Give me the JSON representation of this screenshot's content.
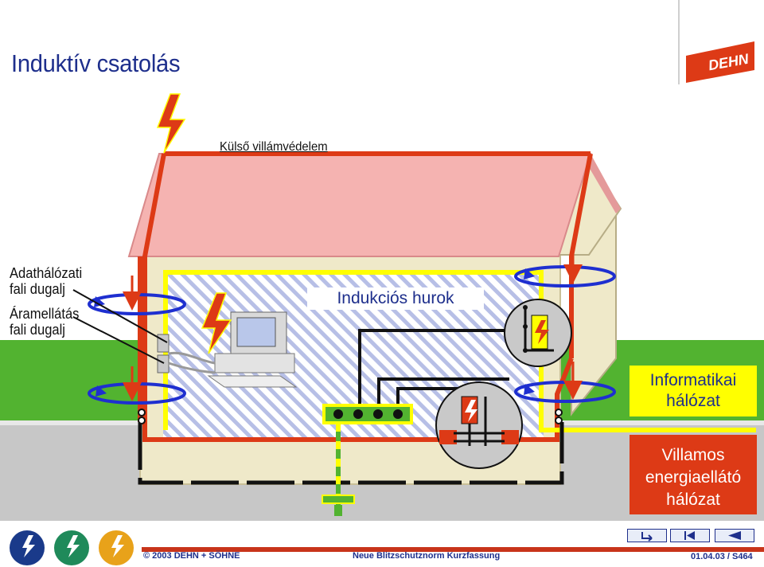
{
  "title": "Induktív csatolás",
  "labels": {
    "external_protection": "Külső villámvédelem",
    "data_socket_line1": "Adathálózati",
    "data_socket_line2": "fali dugalj",
    "power_socket_line1": "Áramellátás",
    "power_socket_line2": "fali dugalj",
    "induction_loop": "Indukciós hurok",
    "it_network_line1": "Informatikai",
    "it_network_line2": "hálózat",
    "power_network_line1": "Villamos",
    "power_network_line2": "energiaellátó",
    "power_network_line3": "hálózat"
  },
  "footer": {
    "copyright": "© 2003 DEHN + SÖHNE",
    "center": "Neue Blitzschutznorm Kurzfassung",
    "page": "01.04.03 / S464"
  },
  "logo_text": "DEHN",
  "colors": {
    "title_blue": "#1e2f8c",
    "conductor_red": "#dd3a16",
    "yellow": "#ffff00",
    "roof_pink": "#f5b3b1",
    "grass": "#52b330",
    "house_beige": "#efe9c9",
    "loop_blue": "#1e2fd0"
  },
  "icons": [
    "lightning-icon",
    "computer-icon",
    "surge-arrester-icon",
    "nav-return-icon",
    "nav-first-icon",
    "nav-prev-icon"
  ]
}
